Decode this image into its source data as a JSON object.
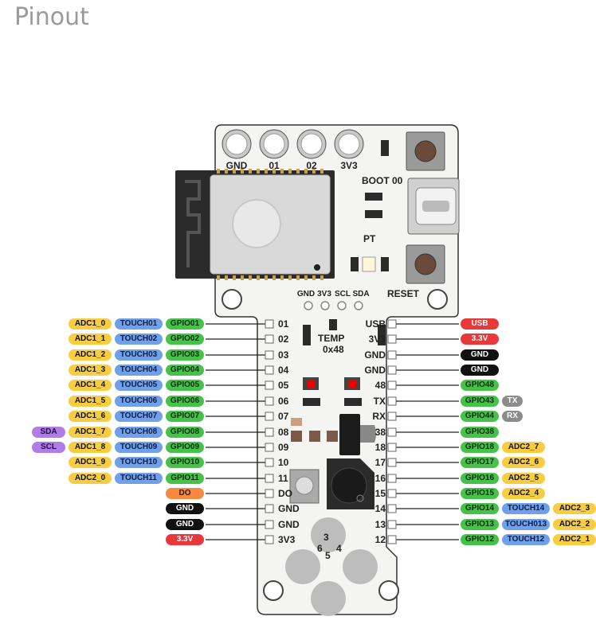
{
  "title": "Pinout",
  "board": {
    "top_pads": [
      "GND",
      "01",
      "02",
      "3V3"
    ],
    "boot_label": "BOOT 00",
    "reset_label": "RESET",
    "pt_label": "PT",
    "i2c_pins": [
      "GND",
      "3V3",
      "SCL",
      "SDA"
    ],
    "temp_label": "TEMP",
    "temp_addr": "0x48",
    "bottom_pads": [
      "3",
      "6",
      "4",
      "5"
    ]
  },
  "left_pins": [
    {
      "pin": "01",
      "labels": [
        {
          "t": "ADC1_0",
          "c": "adc"
        },
        {
          "t": "TOUCH01",
          "c": "touch"
        },
        {
          "t": "GPIO01",
          "c": "gpio"
        }
      ]
    },
    {
      "pin": "02",
      "labels": [
        {
          "t": "ADC1_1",
          "c": "adc"
        },
        {
          "t": "TOUCH02",
          "c": "touch"
        },
        {
          "t": "GPIO02",
          "c": "gpio"
        }
      ]
    },
    {
      "pin": "03",
      "labels": [
        {
          "t": "ADC1_2",
          "c": "adc"
        },
        {
          "t": "TOUCH03",
          "c": "touch"
        },
        {
          "t": "GPIO03",
          "c": "gpio"
        }
      ]
    },
    {
      "pin": "04",
      "labels": [
        {
          "t": "ADC1_3",
          "c": "adc"
        },
        {
          "t": "TOUCH04",
          "c": "touch"
        },
        {
          "t": "GPIO04",
          "c": "gpio"
        }
      ]
    },
    {
      "pin": "05",
      "labels": [
        {
          "t": "ADC1_4",
          "c": "adc"
        },
        {
          "t": "TOUCH05",
          "c": "touch"
        },
        {
          "t": "GPIO05",
          "c": "gpio"
        }
      ]
    },
    {
      "pin": "06",
      "labels": [
        {
          "t": "ADC1_5",
          "c": "adc"
        },
        {
          "t": "TOUCH06",
          "c": "touch"
        },
        {
          "t": "GPIO06",
          "c": "gpio"
        }
      ]
    },
    {
      "pin": "07",
      "labels": [
        {
          "t": "ADC1_6",
          "c": "adc"
        },
        {
          "t": "TOUCH07",
          "c": "touch"
        },
        {
          "t": "GPIO07",
          "c": "gpio"
        }
      ]
    },
    {
      "pin": "08",
      "labels": [
        {
          "t": "SDA",
          "c": "sda"
        },
        {
          "t": "ADC1_7",
          "c": "adc"
        },
        {
          "t": "TOUCH08",
          "c": "touch"
        },
        {
          "t": "GPIO08",
          "c": "gpio"
        }
      ]
    },
    {
      "pin": "09",
      "labels": [
        {
          "t": "SCL",
          "c": "sda"
        },
        {
          "t": "ADC1_8",
          "c": "adc"
        },
        {
          "t": "TOUCH09",
          "c": "touch"
        },
        {
          "t": "GPIO09",
          "c": "gpio"
        }
      ]
    },
    {
      "pin": "10",
      "labels": [
        {
          "t": "ADC1_9",
          "c": "adc"
        },
        {
          "t": "TOUCH10",
          "c": "touch"
        },
        {
          "t": "GPIO10",
          "c": "gpio"
        }
      ]
    },
    {
      "pin": "11",
      "labels": [
        {
          "t": "ADC2_0",
          "c": "adc"
        },
        {
          "t": "TOUCH11",
          "c": "touch"
        },
        {
          "t": "GPIO11",
          "c": "gpio"
        }
      ]
    },
    {
      "pin": "DO",
      "labels": [
        {
          "t": "DO",
          "c": "orange"
        }
      ]
    },
    {
      "pin": "GND",
      "labels": [
        {
          "t": "GND",
          "c": "black"
        }
      ]
    },
    {
      "pin": "GND",
      "labels": [
        {
          "t": "GND",
          "c": "black"
        }
      ]
    },
    {
      "pin": "3V3",
      "labels": [
        {
          "t": "3.3V",
          "c": "red"
        }
      ]
    }
  ],
  "right_pins": [
    {
      "pin": "USB",
      "labels": [
        {
          "t": "USB",
          "c": "red"
        }
      ]
    },
    {
      "pin": "3V3",
      "labels": [
        {
          "t": "3.3V",
          "c": "red"
        }
      ]
    },
    {
      "pin": "GND",
      "labels": [
        {
          "t": "GND",
          "c": "black"
        }
      ]
    },
    {
      "pin": "GND",
      "labels": [
        {
          "t": "GND",
          "c": "black"
        }
      ]
    },
    {
      "pin": "48",
      "labels": [
        {
          "t": "GPIO48",
          "c": "gpio"
        }
      ]
    },
    {
      "pin": "TX",
      "labels": [
        {
          "t": "GPIO43",
          "c": "gpio"
        },
        {
          "t": "TX",
          "c": "gray"
        }
      ]
    },
    {
      "pin": "RX",
      "labels": [
        {
          "t": "GPIO44",
          "c": "gpio"
        },
        {
          "t": "RX",
          "c": "gray"
        }
      ]
    },
    {
      "pin": "38",
      "labels": [
        {
          "t": "GPIO38",
          "c": "gpio"
        }
      ]
    },
    {
      "pin": "18",
      "labels": [
        {
          "t": "GPIO18",
          "c": "gpio"
        },
        {
          "t": "ADC2_7",
          "c": "adc"
        }
      ]
    },
    {
      "pin": "17",
      "labels": [
        {
          "t": "GPIO17",
          "c": "gpio"
        },
        {
          "t": "ADC2_6",
          "c": "adc"
        }
      ]
    },
    {
      "pin": "16",
      "labels": [
        {
          "t": "GPIO16",
          "c": "gpio"
        },
        {
          "t": "ADC2_5",
          "c": "adc"
        }
      ]
    },
    {
      "pin": "15",
      "labels": [
        {
          "t": "GPIO15",
          "c": "gpio"
        },
        {
          "t": "ADC2_4",
          "c": "adc"
        }
      ]
    },
    {
      "pin": "14",
      "labels": [
        {
          "t": "GPIO14",
          "c": "gpio"
        },
        {
          "t": "TOUCH14",
          "c": "touch"
        },
        {
          "t": "ADC2_3",
          "c": "adc"
        }
      ]
    },
    {
      "pin": "13",
      "labels": [
        {
          "t": "GPIO13",
          "c": "gpio"
        },
        {
          "t": "TOUCH013",
          "c": "touch"
        },
        {
          "t": "ADC2_2",
          "c": "adc"
        }
      ]
    },
    {
      "pin": "12",
      "labels": [
        {
          "t": "GPIO12",
          "c": "gpio"
        },
        {
          "t": "TOUCH12",
          "c": "touch"
        },
        {
          "t": "ADC2_1",
          "c": "adc"
        }
      ]
    }
  ],
  "colors": {
    "adc": "#f7cd42",
    "touch": "#6fa0e8",
    "gpio": "#46c14a",
    "sda": "#b07ce8",
    "red": "#e8383a",
    "black": "#111111",
    "gray": "#8c8c8c",
    "orange": "#f6893e",
    "pcb": "#f4f4f2",
    "pcb_edge": "#333333"
  }
}
